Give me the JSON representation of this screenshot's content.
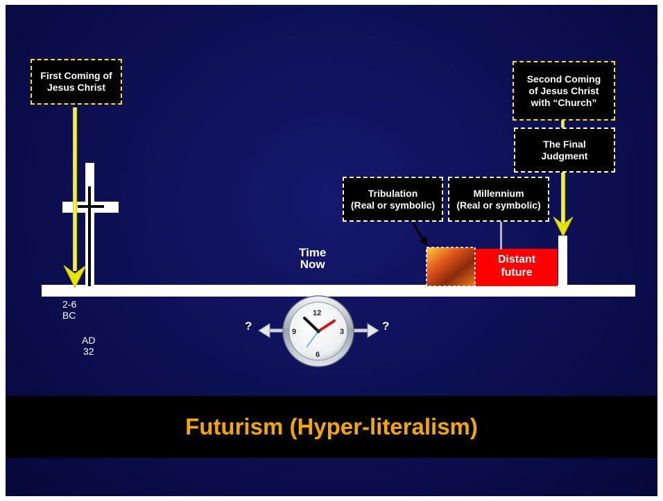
{
  "boxes": {
    "first_coming": "First Coming of\nJesus Christ",
    "second_coming": "Second Coming\nof Jesus Christ\nwith “Church”",
    "final_judgment": "The Final\nJudgment",
    "tribulation": "Tribulation\n(Real or symbolic)",
    "millennium": "Millennium\n(Real or symbolic)"
  },
  "timeline": {
    "bc_label": "2-6\nBC",
    "ad_label": "AD\n32",
    "time_now": "Time\nNow",
    "distant_future": "Distant\nfuture",
    "question_left": "?",
    "question_right": "?"
  },
  "clock": {
    "numbers": [
      "12",
      "3",
      "6",
      "9"
    ]
  },
  "title": "Futurism (Hyper-literalism)",
  "colors": {
    "background": "#0d0f52",
    "timeline": "#ffffff",
    "arrow": "#e6e600",
    "title": "#f5a700",
    "distant_future_fill": "#ff0000",
    "box_yellow_border": "#ffe600"
  }
}
